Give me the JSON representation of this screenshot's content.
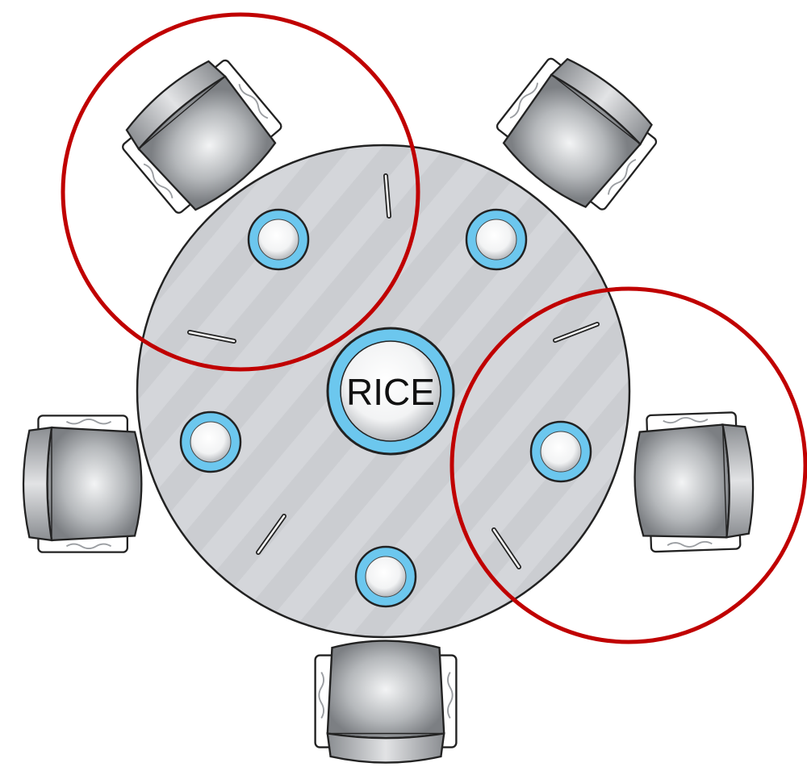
{
  "center_bowl": {
    "label": "RICE"
  },
  "table": {
    "seats": 5,
    "chopsticks": 5,
    "plates": 5
  },
  "highlights": {
    "count": 2,
    "color": "#c00000"
  },
  "colors": {
    "table_fill": "#d6d8dc",
    "plate_ring": "#6cc7ee",
    "highlight": "#c00000",
    "outline": "#222222"
  }
}
